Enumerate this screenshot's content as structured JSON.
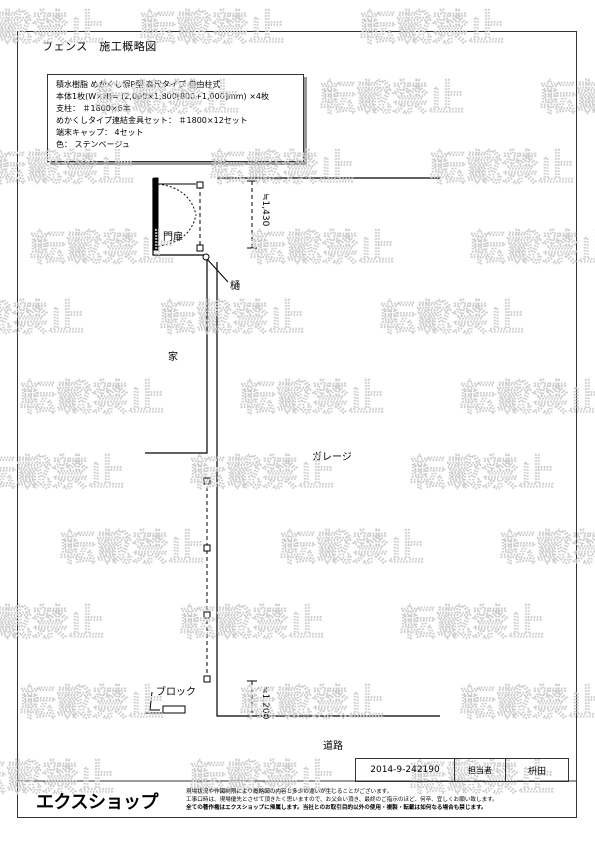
{
  "header": {
    "title": "フェンス　施工概略図"
  },
  "spec": {
    "lines": [
      "積水樹脂 めかくし塀P型 高尺タイプ 自由柱式",
      "本体1枚(W×H)= (2,000×1,800[800+1,000]mm) ×4枚",
      "支柱：  ＃1800×6本",
      "めかくしタイプ連結金具セット：  ＃1800×12セット",
      "端末キャップ：  4セット",
      "色：  ステンベージュ"
    ]
  },
  "drawing": {
    "gate_label": "門扉",
    "dim_top": "≒1,430",
    "gutter_label": "樋",
    "house_label": "家",
    "garage_label": "ガレージ",
    "block_label": "ブロック",
    "dim_bottom": "≒1,200",
    "road_label": "道路"
  },
  "watermark": {
    "text": "転載禁止"
  },
  "footer": {
    "doc_no": "2014-9-242190",
    "staff_label": "担当者",
    "staff_name": "枡田",
    "logo": "エクスショップ",
    "notes": [
      "現場状況や作図制限により概略図の内容と多少の違いが生じることがございます。",
      "工事口時は、現場優先とさせて頂きたく思いますので、お父合い頂き、最終のご指示のほど、何卒、宜しくお願い致します。",
      "全ての著作権はエクスショップに帰属します。当社とのお取引目的以外の使用・複製・転載は如何なる場合も禁じます。"
    ]
  }
}
